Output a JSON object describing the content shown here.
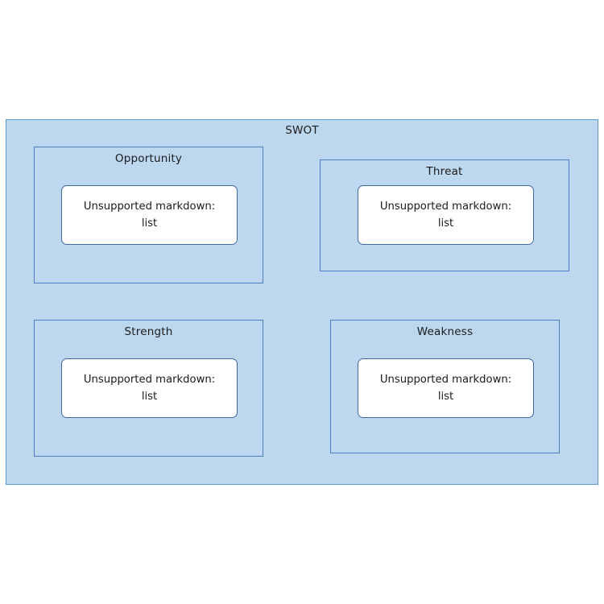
{
  "diagram": {
    "title": "SWOT",
    "colors": {
      "container_fill": "#bdd7ee",
      "container_border": "#5b9bd5",
      "quadrant_border": "#4a7fc1",
      "card_fill": "#ffffff",
      "card_border": "#41699f",
      "text": "#1b1b1b",
      "page_background": "#ffffff"
    },
    "quadrants": [
      {
        "key": "opportunity",
        "label": "Opportunity",
        "card": {
          "line1": "Unsupported markdown:",
          "line2": "list"
        }
      },
      {
        "key": "threat",
        "label": "Threat",
        "card": {
          "line1": "Unsupported markdown:",
          "line2": "list"
        }
      },
      {
        "key": "strength",
        "label": "Strength",
        "card": {
          "line1": "Unsupported markdown:",
          "line2": "list"
        }
      },
      {
        "key": "weakness",
        "label": "Weakness",
        "card": {
          "line1": "Unsupported markdown:",
          "line2": "list"
        }
      }
    ]
  }
}
